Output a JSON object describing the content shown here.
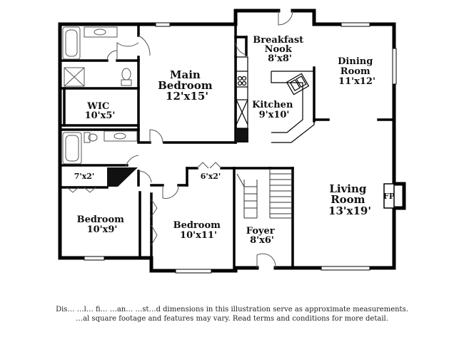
{
  "rooms": {
    "breakfast_nook": {
      "name": "Breakfast\nNook",
      "size": "8'x8'"
    },
    "dining_room": {
      "name": "Dining\nRoom",
      "size": "11'x12'"
    },
    "main_bedroom": {
      "name": "Main\nBedroom",
      "size": "12'x15'"
    },
    "wic": {
      "name": "WIC",
      "size": "10'x5'"
    },
    "kitchen": {
      "name": "Kitchen",
      "size": "9'x10'"
    },
    "closet_1": {
      "name": "7'x2'"
    },
    "closet_2": {
      "name": "6'x2'"
    },
    "living_room": {
      "name": "Living\nRoom",
      "size": "13'x19'"
    },
    "fireplace": {
      "name": "FP"
    },
    "bedroom_1": {
      "name": "Bedroom",
      "size": "10'x9'"
    },
    "bedroom_2": {
      "name": "Bedroom",
      "size": "10'x11'"
    },
    "foyer": {
      "name": "Foyer",
      "size": "8'x6'"
    }
  },
  "disclaimer": {
    "line1": "Dis… …l… fi… …an… …st…d dimensions in this illustration serve as approximate measurements.",
    "line2": "…al square footage and features may vary. Read terms and conditions for more detail."
  },
  "colors": {
    "wall": "#000000",
    "fixture": "#777777",
    "dark_fill": "#111111"
  }
}
